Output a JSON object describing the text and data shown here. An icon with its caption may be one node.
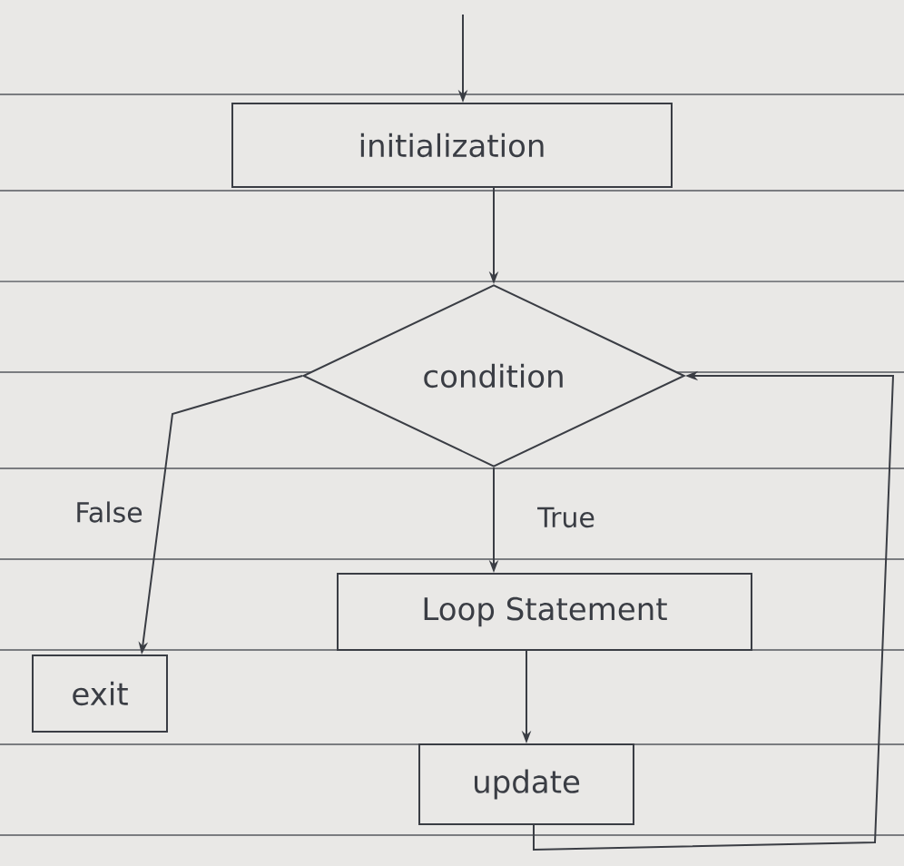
{
  "diagram": {
    "nodes": [
      {
        "text": [
          "initialization"
        ]
      },
      {
        "text": [
          "condition"
        ]
      },
      {
        "text": [
          "exit"
        ]
      },
      {
        "text": [
          "Loop Statement"
        ]
      },
      {
        "text": [
          "update"
        ]
      }
    ],
    "edges": [
      {
        "from": null,
        "to": 0,
        "arrow": "to"
      },
      {
        "from": 0,
        "to": 1,
        "arrow": "to"
      },
      {
        "from": 1,
        "to": 2,
        "arrow": "to",
        "label": "False"
      },
      {
        "from": 1,
        "to": 3,
        "arrow": "to",
        "label": "True"
      },
      {
        "from": 3,
        "to": 4,
        "arrow": "to"
      },
      {
        "from": 4,
        "to": 1,
        "arrow": "to"
      }
    ]
  }
}
